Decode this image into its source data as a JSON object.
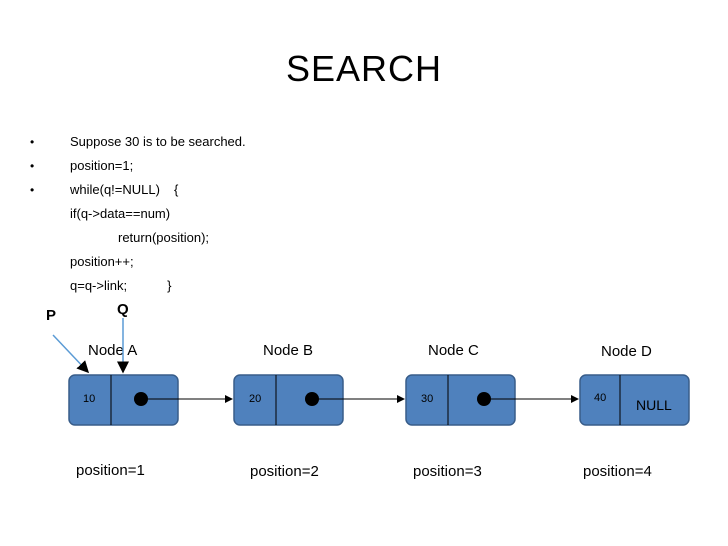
{
  "title": "SEARCH",
  "bullets": [
    "Suppose 30 is to be searched.",
    "position=1;",
    "while(q!=NULL)"
  ],
  "while_brace": "{",
  "code": {
    "if_line": "if(q->data==num)",
    "return_line": "return(position);",
    "inc_line": "position++;",
    "link_line": "q=q->link;",
    "close_brace": "}"
  },
  "pointers": {
    "p": "P",
    "q": "Q"
  },
  "nodes": [
    {
      "label": "Node A",
      "value": "10",
      "position": "position=1"
    },
    {
      "label": "Node B",
      "value": "20",
      "position": "position=2"
    },
    {
      "label": "Node C",
      "value": "30",
      "position": "position=3"
    },
    {
      "label": "Node D",
      "value": "40",
      "position": "position=4",
      "link": "NULL"
    }
  ],
  "colors": {
    "node_fill": "#4F81BD",
    "node_stroke": "#385D8A"
  }
}
